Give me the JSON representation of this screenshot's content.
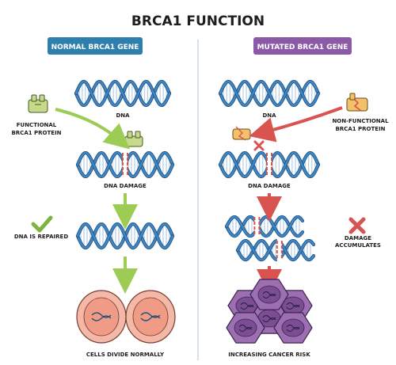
{
  "title": "BRCA1 FUNCTION",
  "left_panel": {
    "header": "NORMAL BRCA1 GENE",
    "header_color": "#2f7fad",
    "labels": {
      "dna": "DNA",
      "protein_line1": "FUNCTIONAL",
      "protein_line2": "BRCA1 PROTEIN",
      "damage": "DNA DAMAGE",
      "repaired": "DNA IS REPAIRED",
      "cells": "CELLS DIVIDE NORMALLY"
    },
    "protein_icon": "functional-protein-icon",
    "status_icon": "check-icon",
    "arrow_color": "#9ccc54"
  },
  "right_panel": {
    "header": "MUTATED BRCA1 GENE",
    "header_color": "#8a5aa6",
    "labels": {
      "dna": "DNA",
      "protein_line1": "NON-FUNCTIONAL",
      "protein_line2": "BRCA1 PROTEIN",
      "damage": "DNA DAMAGE",
      "accumulates_line1": "DAMAGE",
      "accumulates_line2": "ACCUMULATES",
      "cells": "INCREASING CANCER RISK"
    },
    "protein_icon": "broken-protein-icon",
    "status_icon": "x-icon",
    "arrow_color": "#d9534f"
  },
  "colors": {
    "dna_strand": "#3f86c5",
    "dna_strand_dark": "#1f4f7a",
    "normal_cell": "#f4b8a6",
    "cancer_cell": "#9b6fb0",
    "damage_break": "#d9534f"
  }
}
